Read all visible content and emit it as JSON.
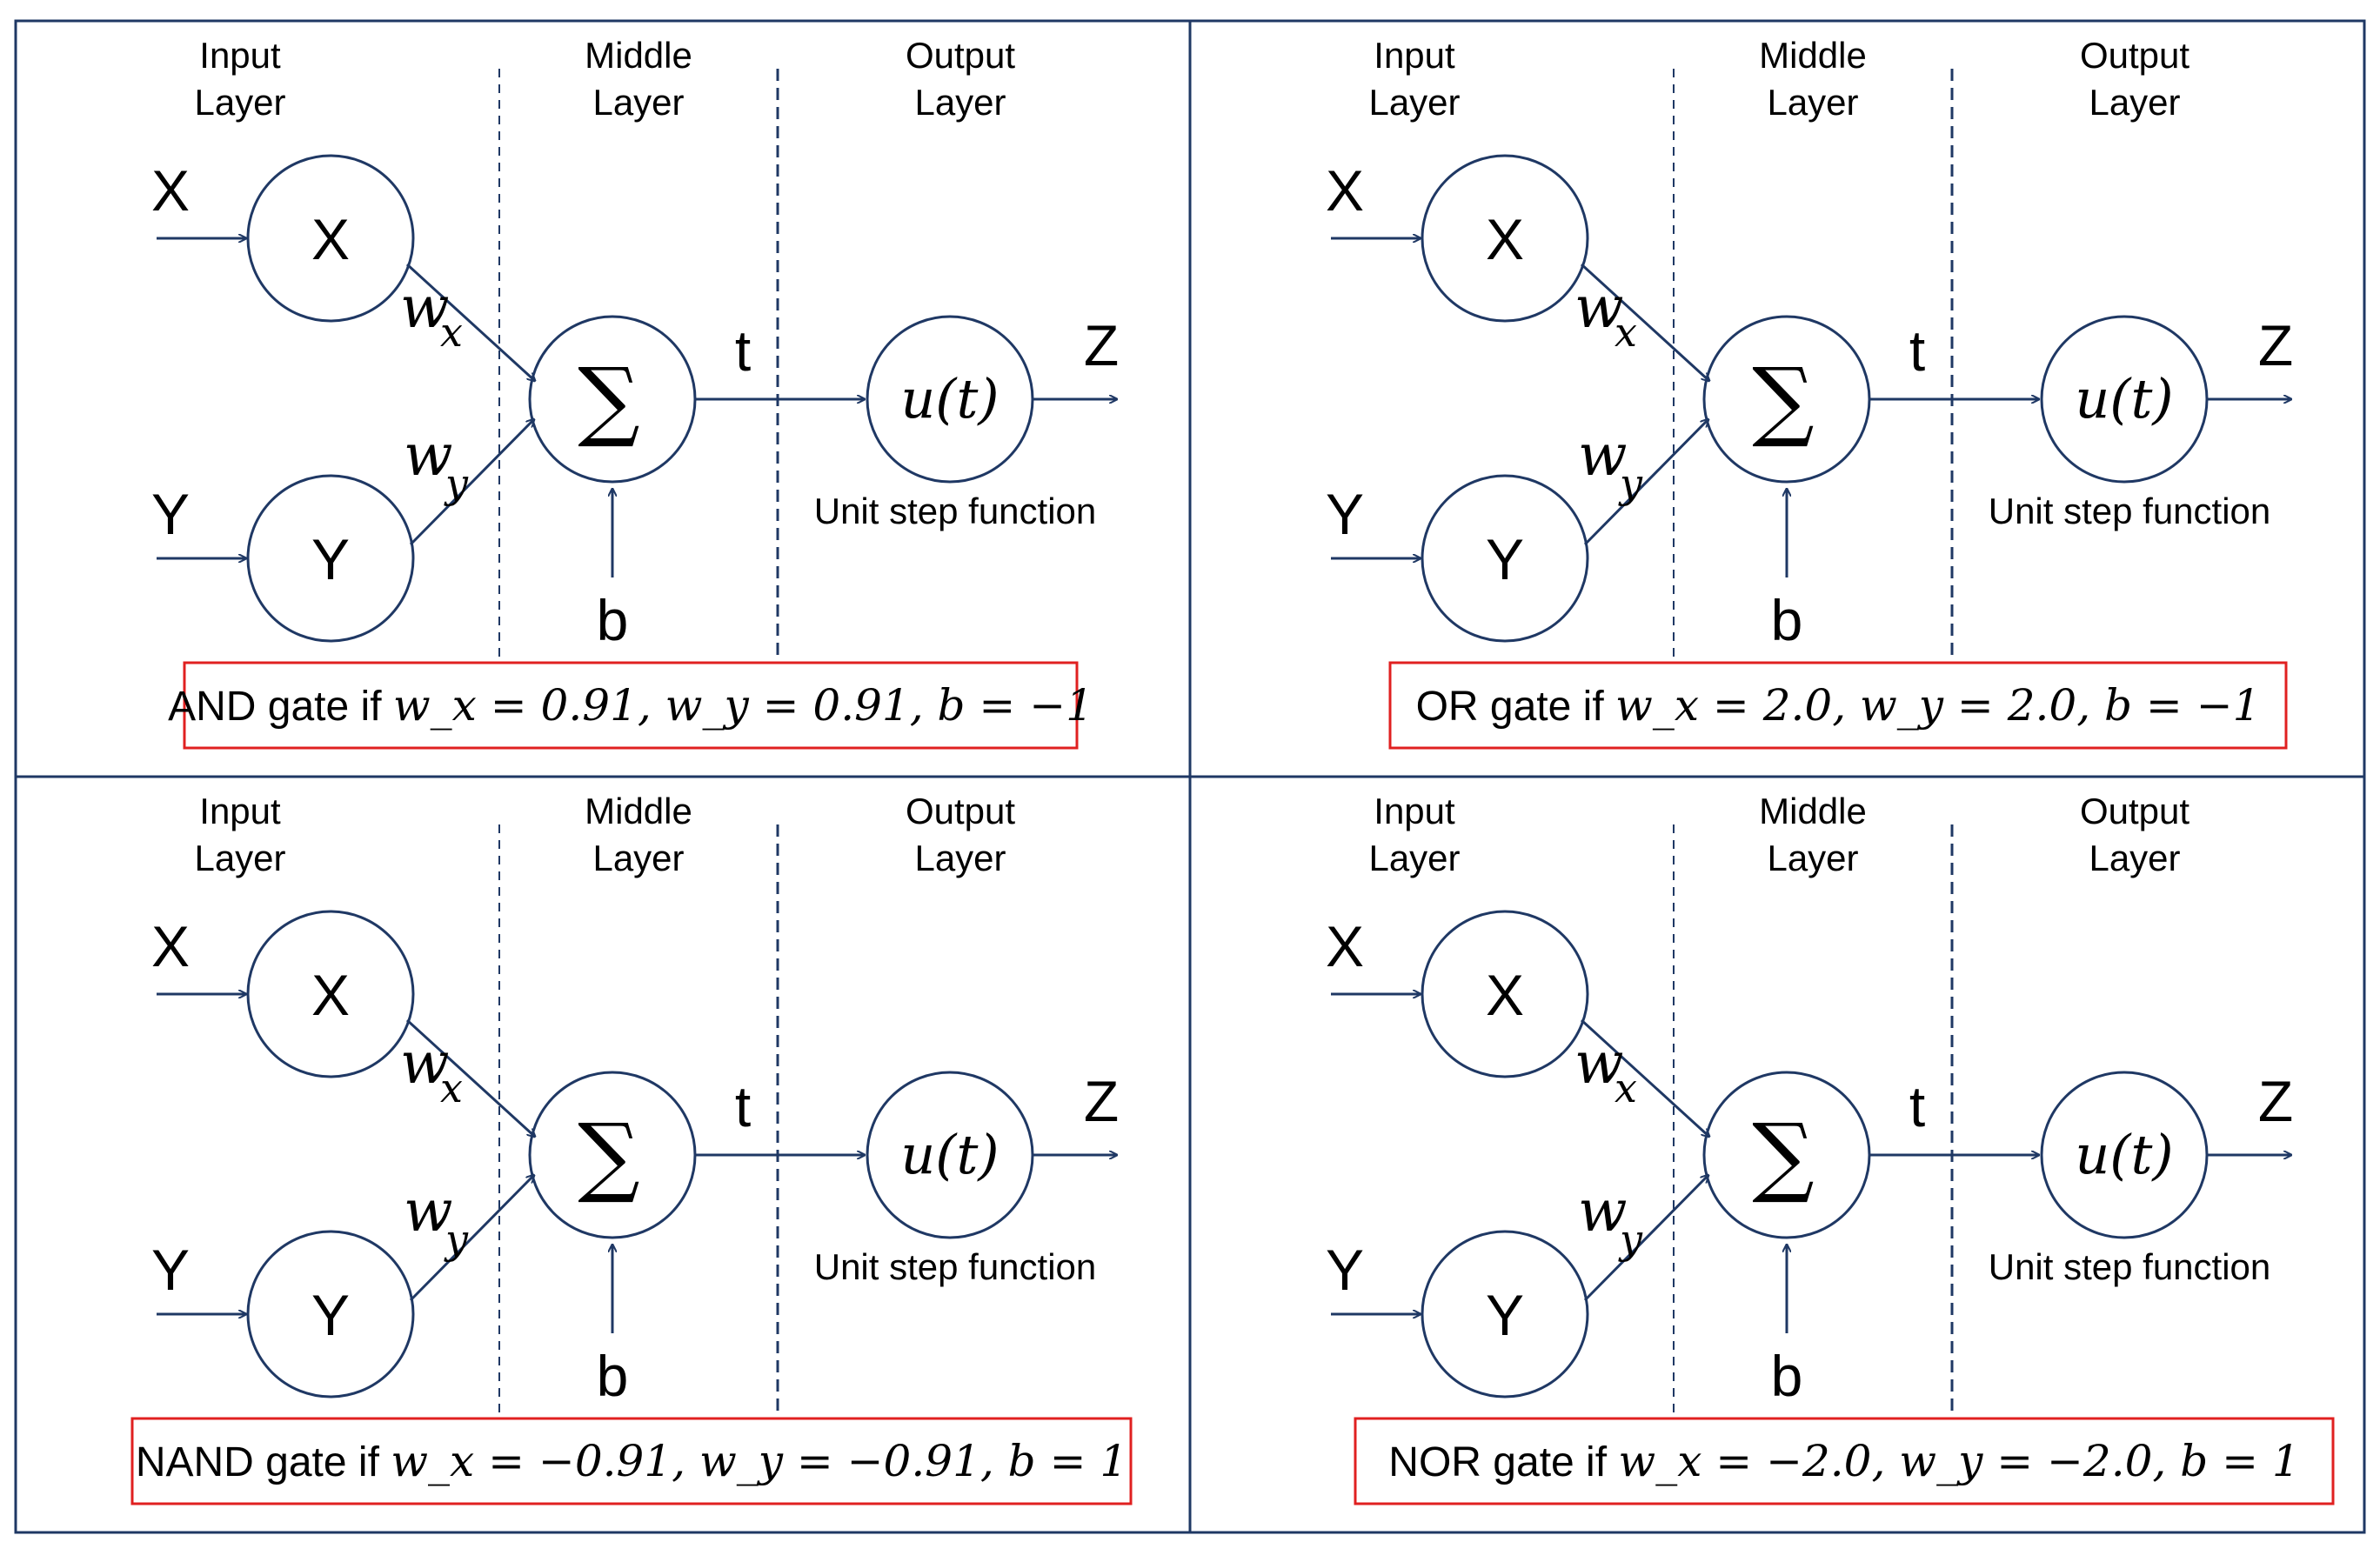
{
  "colors": {
    "line": "#1f3864",
    "frame": "#1f3864",
    "condition_border": "#e02020",
    "text": "#000000"
  },
  "layers": {
    "input": [
      "Input",
      "Layer"
    ],
    "middle": [
      "Middle",
      "Layer"
    ],
    "output": [
      "Output",
      "Layer"
    ]
  },
  "nodes": {
    "x": "X",
    "y": "Y",
    "sum": "∑",
    "bias": "b",
    "t": "t",
    "z": "Z",
    "ut": "u(t)",
    "w": "w",
    "wx_sub": "x",
    "wy_sub": "y"
  },
  "caption": "Unit step function",
  "panels": [
    {
      "gate": "AND",
      "label": "AND gate if",
      "math": "w_x = 0.91, w_y = 0.91, b = −1",
      "wx": 0.91,
      "wy": 0.91,
      "b": -1
    },
    {
      "gate": "OR",
      "label": "OR gate if",
      "math": "w_x = 2.0, w_y = 2.0, b = −1",
      "wx": 2.0,
      "wy": 2.0,
      "b": -1
    },
    {
      "gate": "NAND",
      "label": "NAND gate if",
      "math": "w_x = −0.91, w_y = −0.91, b = 1",
      "wx": -0.91,
      "wy": -0.91,
      "b": 1
    },
    {
      "gate": "NOR",
      "label": "NOR gate if",
      "math": "w_x = −2.0, w_y = −2.0, b = 1",
      "wx": -2.0,
      "wy": -2.0,
      "b": 1
    }
  ]
}
